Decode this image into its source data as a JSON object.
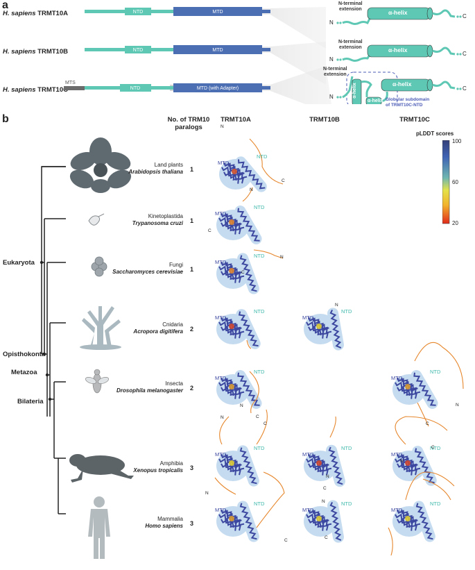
{
  "panel_a": {
    "letter": "a",
    "genes": [
      {
        "species": "H. sapiens",
        "name": "TRMT10A",
        "mts": "",
        "ntd": "NTD",
        "mtd": "MTD"
      },
      {
        "species": "H. sapiens",
        "name": "TRMT10B",
        "mts": "",
        "ntd": "NTD",
        "mtd": "MTD"
      },
      {
        "species": "H. sapiens",
        "name": "TRMT10C",
        "mts": "MTS",
        "ntd": "NTD",
        "mtd": "MTD (with Adapter)"
      }
    ],
    "schematic": {
      "n_ext": "N-terminal\nextension",
      "helix": "α-helix",
      "n": "N",
      "c": "C",
      "globular_label": "Globular subdomain\nof TRMT10C-NTD"
    }
  },
  "panel_b": {
    "letter": "b",
    "headers": {
      "count": "No. of TRM10\nparalogs",
      "a": "TRMT10A",
      "b": "TRMT10B",
      "c": "TRMT10C"
    },
    "clades": {
      "eukaryota": "Eukaryota",
      "opisthokonta": "Opisthokonta",
      "metazoa": "Metazoa",
      "bilateria": "Bilateria"
    },
    "rows": [
      {
        "group": "Land plants",
        "species": "Arabidopsis thaliana",
        "count": "1",
        "organism_icon": "plant-icon"
      },
      {
        "group": "Kinetoplastida",
        "species": "Trypanosoma cruzi",
        "count": "1",
        "organism_icon": "trypanosome-icon"
      },
      {
        "group": "Fungi",
        "species": "Saccharomyces cerevisiae",
        "count": "1",
        "organism_icon": "yeast-icon"
      },
      {
        "group": "Cnidaria",
        "species": "Acropora digitifera",
        "count": "2",
        "organism_icon": "coral-icon"
      },
      {
        "group": "Insecta",
        "species": "Drosophila melanogaster",
        "count": "2",
        "organism_icon": "fly-icon"
      },
      {
        "group": "Amphibia",
        "species": "Xenopus tropicalis",
        "count": "3",
        "organism_icon": "frog-icon"
      },
      {
        "group": "Mammalia",
        "species": "Homo sapiens",
        "count": "3",
        "organism_icon": "human-icon"
      }
    ],
    "struct_labels": {
      "mtd": "MTD",
      "ntd": "NTD",
      "n": "N",
      "c": "C"
    },
    "legend": {
      "title": "pLDDT scores",
      "ticks": [
        "100",
        "60",
        "20"
      ]
    }
  },
  "colors": {
    "ntd": "#5ec8b4",
    "mtd": "#4c6fb3",
    "mts": "#6b6b6b",
    "blob": "#c5dbef",
    "helix": "#3c48a0",
    "mtd_text": "#3c48a0",
    "ntd_text": "#3cb8aa",
    "globular_text": "#4a5ab5"
  }
}
